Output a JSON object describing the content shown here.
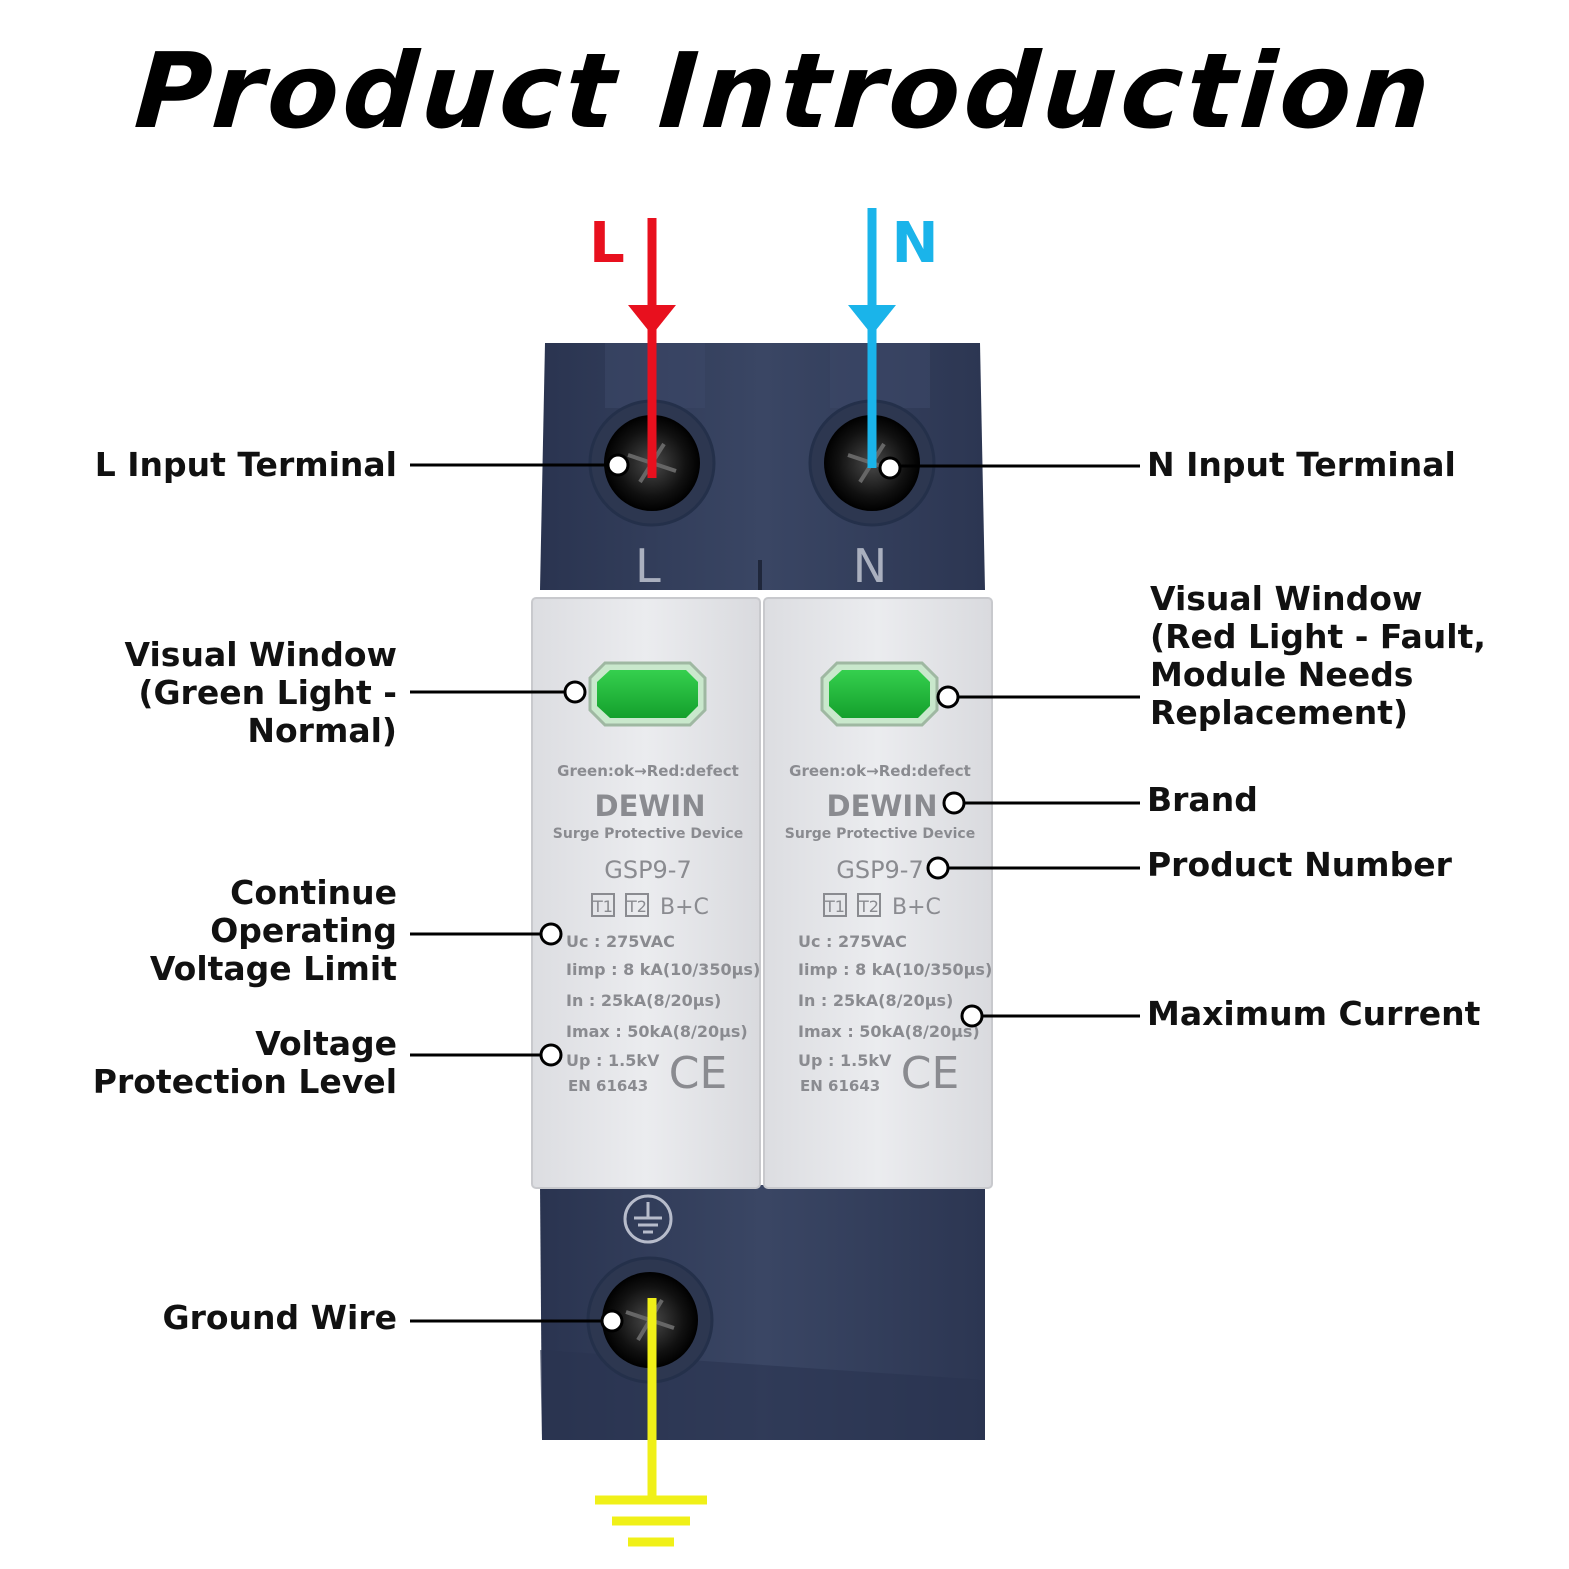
{
  "title": "Product Introduction",
  "wire_labels": {
    "line": "L",
    "neutral": "N"
  },
  "terminal_markings": {
    "line": "L",
    "neutral": "N"
  },
  "callouts": {
    "l_input": "L Input Terminal",
    "n_input": "N Input Terminal",
    "green_window": [
      "Visual Window",
      "(Green Light -",
      "Normal)"
    ],
    "red_window": [
      "Visual Window",
      "(Red Light - Fault,",
      "Module Needs",
      "Replacement)"
    ],
    "brand": "Brand",
    "product_number": "Product Number",
    "uc_limit": [
      "Continue",
      "Operating",
      "Voltage Limit"
    ],
    "max_current": "Maximum Current",
    "protection_level": [
      "Voltage",
      "Protection Level"
    ],
    "ground": "Ground Wire"
  },
  "module_label": {
    "indicator_text": "Green:ok→Red:defect",
    "brand": "DEWIN",
    "device_type": "Surge Protective Device",
    "model": "GSP9-7",
    "class_t1": "T1",
    "class_t2": "T2",
    "class_bc": "B+C",
    "uc": "Uc : 275VAC",
    "iimp": "Iimp : 8 kA(10/350μs)",
    "in": "In : 25kA(8/20μs)",
    "imax": "Imax : 50kA(8/20μs)",
    "up": "Up : 1.5kV",
    "standard": "EN 61643",
    "ce": "CE"
  },
  "colors": {
    "line_wire": "#e8101e",
    "neutral_wire": "#1ab4ea",
    "ground_wire": "#f0f018",
    "housing": "#34405c",
    "module_face": "#e6e7ea",
    "window_green": "#1fb53a"
  }
}
